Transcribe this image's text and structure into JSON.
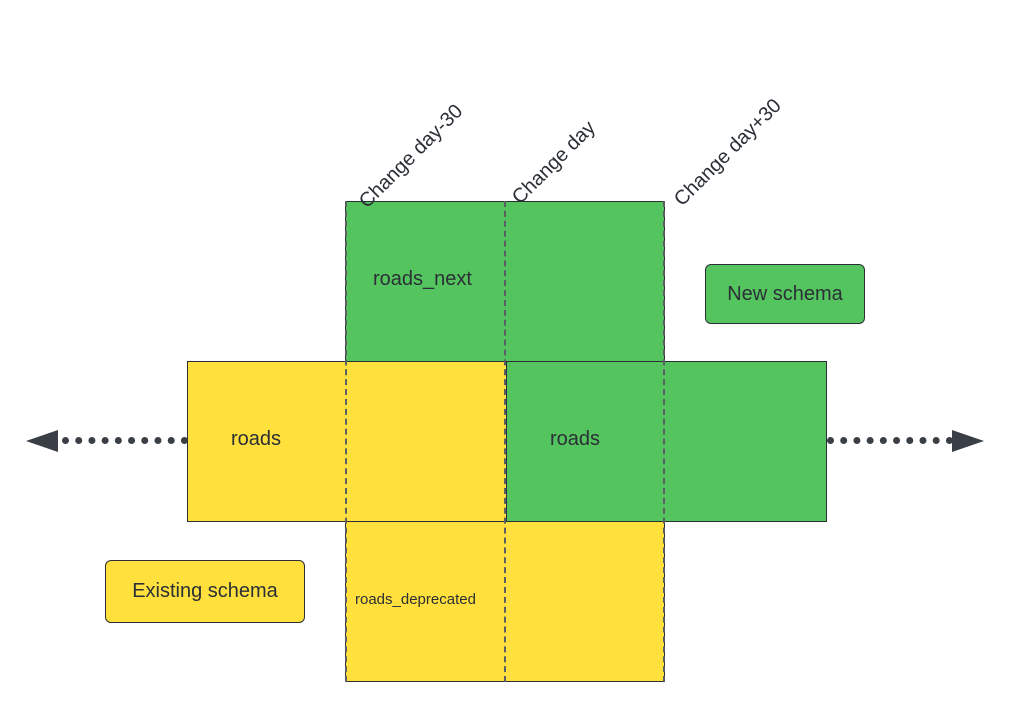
{
  "columns": {
    "before": "Change day-30",
    "change": "Change day",
    "after": "Change day+30"
  },
  "boxes": {
    "roads_next": "roads_next",
    "roads_existing": "roads",
    "roads_new": "roads",
    "roads_deprecated": "roads_deprecated"
  },
  "legend": {
    "new_schema": "New schema",
    "existing_schema": "Existing schema"
  },
  "colors": {
    "new_schema": "#54c45e",
    "existing_schema": "#ffe03d",
    "outline": "#2b2f36",
    "timeline": "#3a3f46"
  }
}
